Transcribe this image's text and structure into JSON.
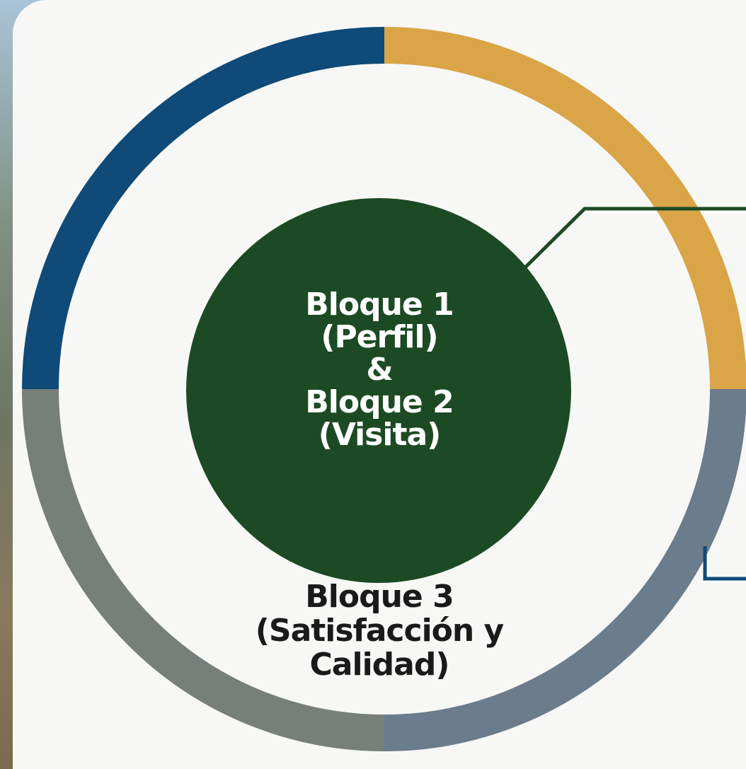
{
  "colors": {
    "segment_top_left": "#0f4a78",
    "segment_top_right": "#d9a547",
    "segment_bottom_right": "#6b7c8c",
    "segment_bottom_left": "#777f78",
    "center_circle": "#1c4a24",
    "connector_top": "#1c4a24",
    "connector_bottom": "#0f4a78",
    "card_background": "#f7f8f6"
  },
  "center": {
    "line1": "Bloque 1",
    "line2": "(Perfil)",
    "line3": "&",
    "line4": "Bloque 2",
    "line5": "(Visita)"
  },
  "bottom": {
    "line1": "Bloque 3",
    "line2": "(Satisfacción y",
    "line3": "Calidad)"
  }
}
